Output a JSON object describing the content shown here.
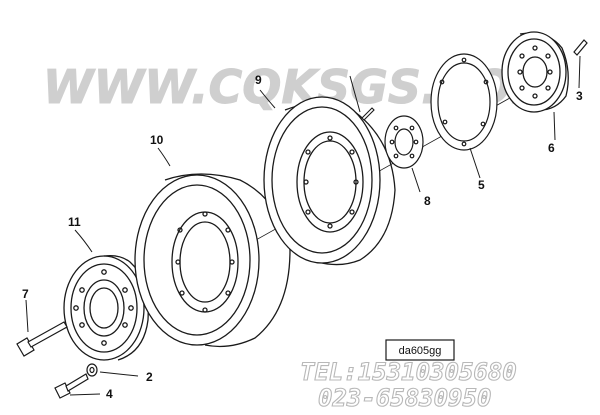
{
  "watermark": {
    "text": "WWW.CQKSGS.COM"
  },
  "callouts": {
    "c2": "2",
    "c3": "3",
    "c4": "4",
    "c5": "5",
    "c6": "6",
    "c7": "7",
    "c8": "8",
    "c9": "9",
    "c10": "10",
    "c11": "11"
  },
  "code_box": {
    "text": "da605gg"
  },
  "contact": {
    "tel": "TEL:15310305680",
    "alt": "023-65830950"
  },
  "colors": {
    "line": "#1a1a1a",
    "watermark": "#d0d0d0",
    "contact": "#c8c8c8"
  }
}
